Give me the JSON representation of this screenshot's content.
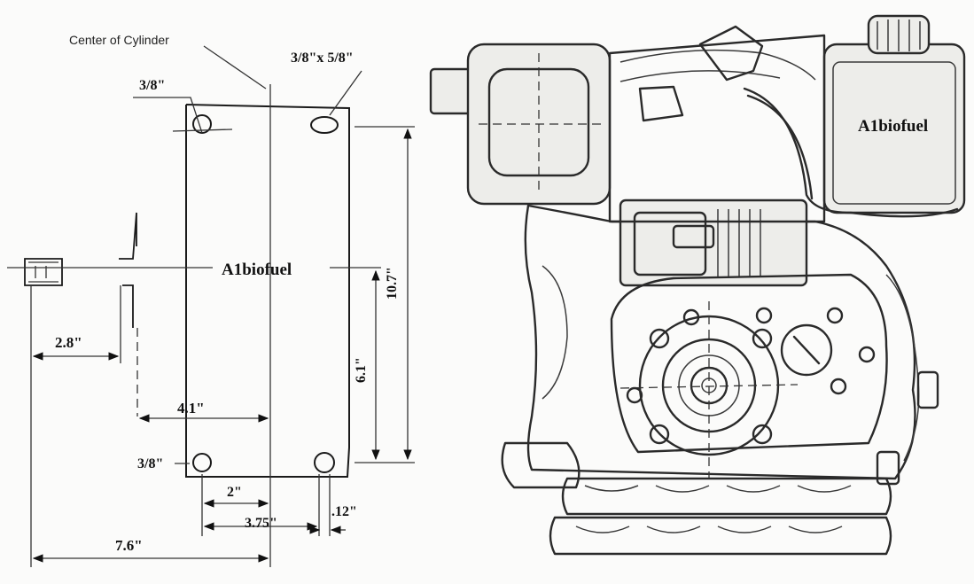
{
  "labels": {
    "center_of_cylinder": "Center of Cylinder",
    "slot": "3/8\"x 5/8\"",
    "hole_top": "3/8\"",
    "hole_bottom": "3/8\"",
    "watermark_left": "A1biofuel",
    "watermark_right": "A1biofuel"
  },
  "dimensions": {
    "d_2_8": "2.8\"",
    "d_4_1": "4.1\"",
    "d_7_6": "7.6\"",
    "d_2": "2\"",
    "d_3_75": "3.75\"",
    "d_12": ".12\"",
    "d_6_1": "6.1\"",
    "d_10_7": "10.7\""
  }
}
